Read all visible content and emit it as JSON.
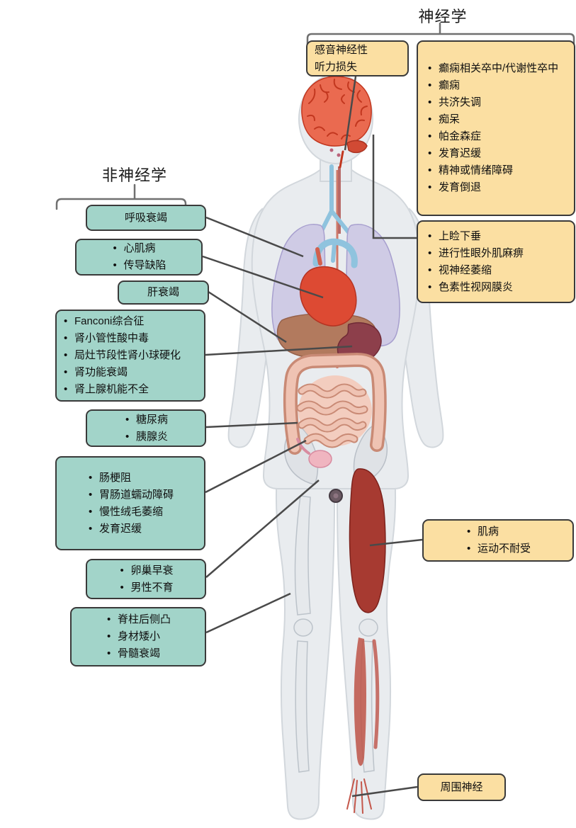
{
  "headers": {
    "neurology": "神经学",
    "non_neurology": "非神经学"
  },
  "neurology_boxes": {
    "hearing": {
      "lines": [
        "感音神经性",
        "听力损失"
      ]
    },
    "brain": {
      "items": [
        "癫痫相关卒中/代谢性卒中",
        "癫痫",
        "共济失调",
        "痴呆",
        "帕金森症",
        "发育迟缓",
        "精神或情绪障碍",
        "发育倒退"
      ]
    },
    "eye": {
      "items": [
        "上睑下垂",
        "进行性眼外肌麻痹",
        "视神经萎缩",
        "色素性视网膜炎"
      ]
    },
    "muscle": {
      "items": [
        "肌病",
        "运动不耐受"
      ]
    },
    "peripheral_nerve": {
      "label": "周围神经"
    }
  },
  "non_neurology_boxes": {
    "respiratory": {
      "label": "呼吸衰竭"
    },
    "cardiac": {
      "items": [
        "心肌病",
        "传导缺陷"
      ]
    },
    "liver": {
      "label": "肝衰竭"
    },
    "renal": {
      "items": [
        "Fanconi综合征",
        "肾小管性酸中毒",
        "局灶节段性肾小球硬化",
        "肾功能衰竭",
        "肾上腺机能不全"
      ]
    },
    "pancreatic": {
      "items": [
        "糖尿病",
        "胰腺炎"
      ]
    },
    "gastrointestinal": {
      "items": [
        "肠梗阻",
        "胃肠道蠕动障碍",
        "慢性绒毛萎缩",
        "发育迟缓"
      ]
    },
    "reproductive": {
      "items": [
        "卵巢早衰",
        "男性不育"
      ]
    },
    "skeletal": {
      "items": [
        "脊柱后侧凸",
        "身材矮小",
        "骨髓衰竭"
      ]
    }
  },
  "colors": {
    "neurology_fill": "#fbdfa2",
    "non_neurology_fill": "#a2d4c9",
    "box_border": "#3a3a3a",
    "connector": "#4a4a4a",
    "brain_red": "#ea6a50",
    "muscle_red": "#a73a31",
    "lung_lavender": "#cfcbe5",
    "heart_red": "#dd4a33",
    "liver_brown": "#b27a5e",
    "intestine_pink": "#efc3b3"
  }
}
